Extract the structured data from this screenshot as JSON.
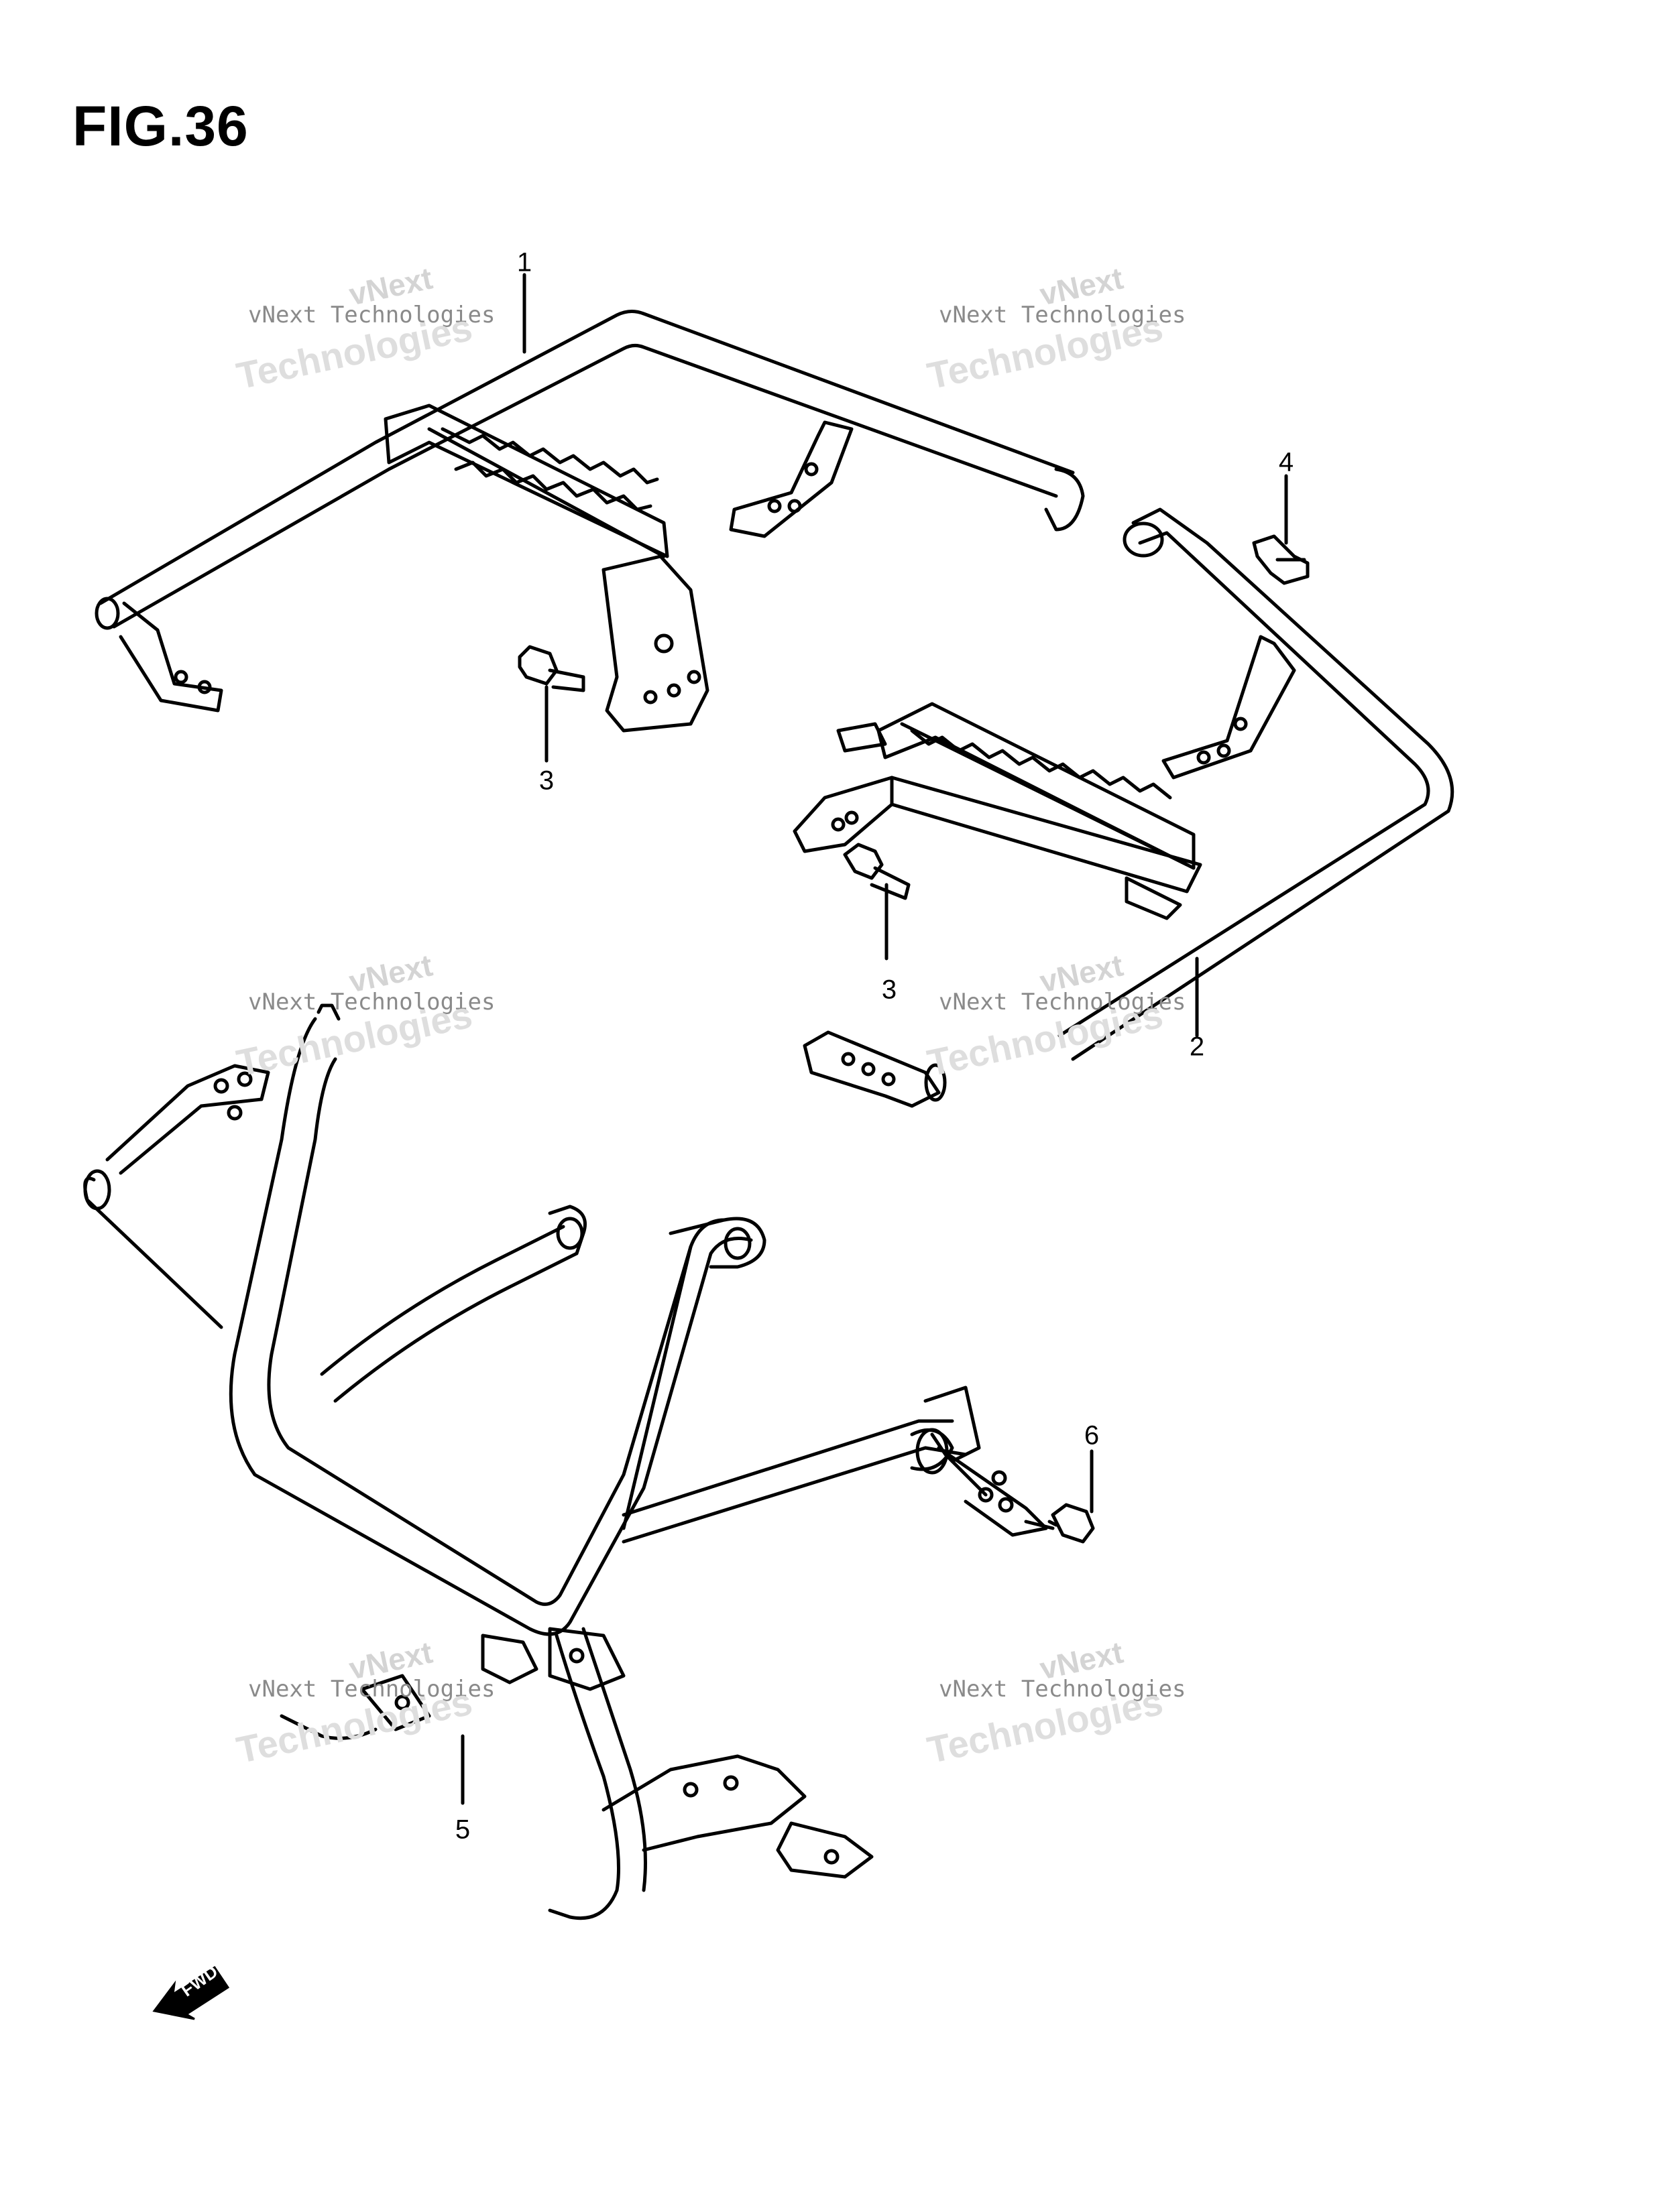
{
  "figure": {
    "title": "FIG.36"
  },
  "callouts": [
    "1",
    "2",
    "3",
    "3",
    "4",
    "5",
    "6"
  ],
  "watermark": {
    "line1": "vNext",
    "line2": "vNext Technologies",
    "line3": "Technologies"
  },
  "fwd_label": "FWD",
  "colors": {
    "line": "#000000",
    "watermark": "#c8c8c8",
    "background": "#ffffff"
  }
}
